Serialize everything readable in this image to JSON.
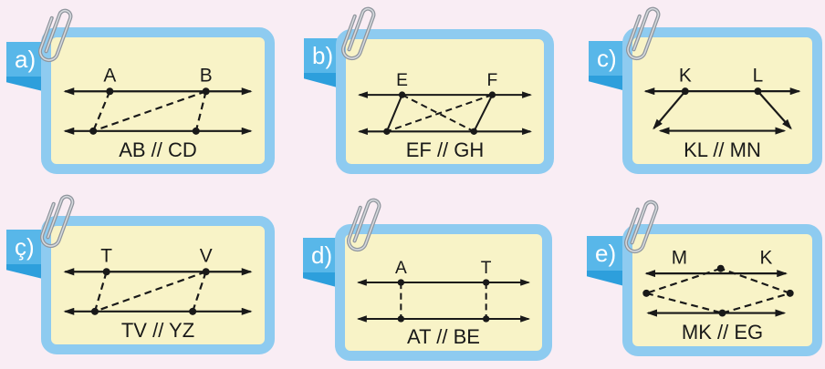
{
  "colors": {
    "background": "#f9edf4",
    "card_fill": "#f8f3c7",
    "card_border": "#8ecbf0",
    "tab": "#58b7e9",
    "tab_fold": "#2d9fdc",
    "line": "#191919",
    "paperclip": "#8f959d"
  },
  "icons": {
    "paperclip": "paperclip-icon"
  },
  "panels": [
    {
      "tab": "a)",
      "labels": [
        "A",
        "B"
      ],
      "caption": "AB // CD"
    },
    {
      "tab": "b)",
      "labels": [
        "E",
        "F"
      ],
      "caption": "EF // GH"
    },
    {
      "tab": "c)",
      "labels": [
        "K",
        "L"
      ],
      "caption": "KL // MN"
    },
    {
      "tab": "ç)",
      "labels": [
        "T",
        "V"
      ],
      "caption": "TV // YZ"
    },
    {
      "tab": "d)",
      "labels": [
        "A",
        "T"
      ],
      "caption": "AT // BE"
    },
    {
      "tab": "e)",
      "labels": [
        "M",
        "K"
      ],
      "caption": "MK // EG"
    }
  ]
}
